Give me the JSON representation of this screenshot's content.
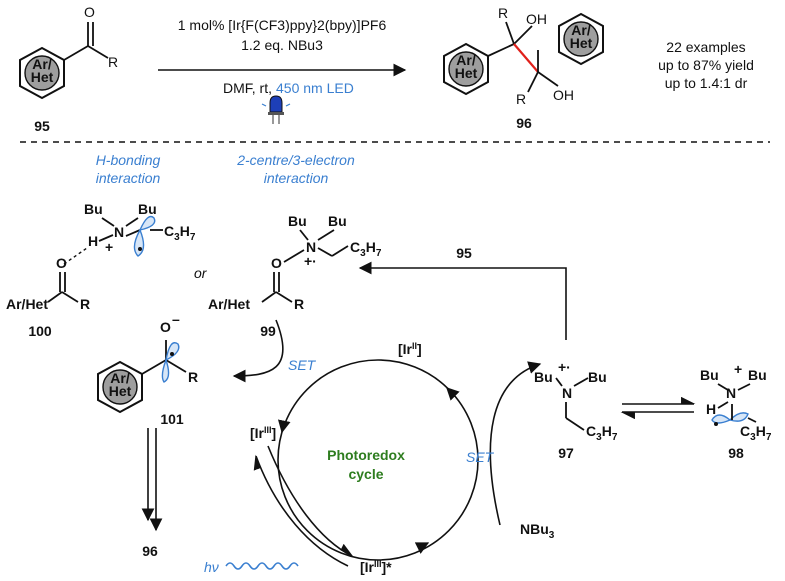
{
  "reaction": {
    "catalyst": "1 mol% [Ir{F(CF3)ppy}2(bpy)]PF6",
    "reagent": "1.2 eq. NBu3",
    "conditions": "DMF, rt,",
    "light": "450 nm LED",
    "summary": [
      "22 examples",
      "up to 87% yield",
      "up to 1.4:1 dr"
    ]
  },
  "ring_label": [
    "Ar/",
    "Het"
  ],
  "atoms": {
    "O": "O",
    "OH": "OH",
    "R": "R",
    "N": "N",
    "H": "H",
    "Bu": "Bu",
    "C3H7": "C3H7",
    "ArHet": "Ar/Het",
    "or": "or",
    "minus": "–",
    "plus": "+",
    "radcat": "+·"
  },
  "compounds": {
    "c95": "95",
    "c96": "96",
    "c97": "97",
    "c98": "98",
    "c99": "99",
    "c100": "100",
    "c101": "101"
  },
  "interactions": {
    "hbond": [
      "H-bonding",
      "interaction"
    ],
    "twocentre": [
      "2-centre/3-electron",
      "interaction"
    ]
  },
  "cycle": {
    "title": [
      "Photoredox",
      "cycle"
    ],
    "ir_ii": "[IrII]",
    "ir_iii": "[IrIII]",
    "ir_iii_star": "[IrIII]*",
    "set": "SET",
    "hv": "hν",
    "nbu3": "NBu3"
  },
  "colors": {
    "accent": "#3a7fd0",
    "cycle_title": "#2e7d1f",
    "highlight_bond": "#e0201b",
    "ring_fill": "#9e9e9e"
  }
}
